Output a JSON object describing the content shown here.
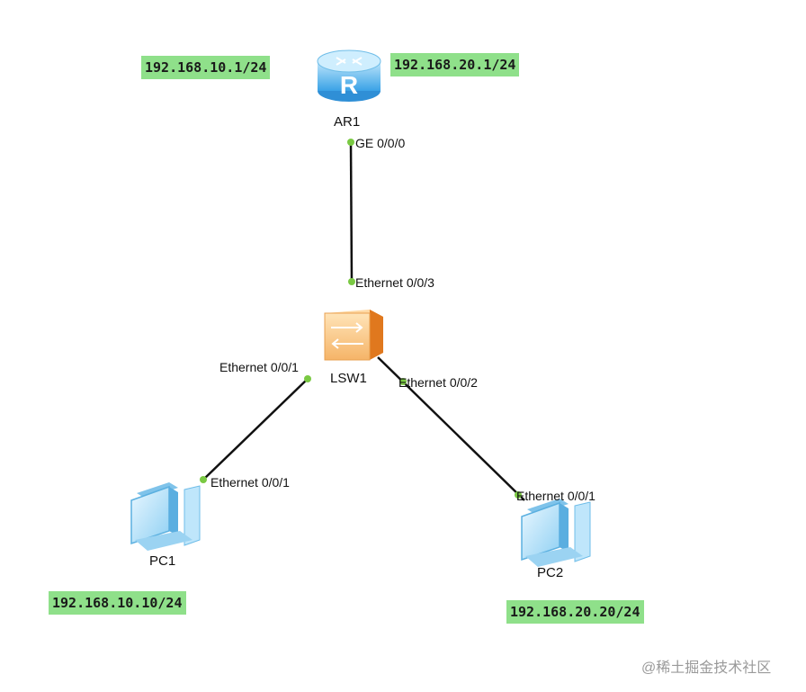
{
  "diagram": {
    "devices": {
      "router": {
        "name": "AR1",
        "icon": "router-icon",
        "icon_letter": "R"
      },
      "switch": {
        "name": "LSW1",
        "icon": "switch-icon"
      },
      "pc1": {
        "name": "PC1",
        "icon": "pc-icon"
      },
      "pc2": {
        "name": "PC2",
        "icon": "pc-icon"
      }
    },
    "ip_labels": {
      "router_left": "192.168.10.1/24",
      "router_right": "192.168.20.1/24",
      "pc1": "192.168.10.10/24",
      "pc2": "192.168.20.20/24"
    },
    "ports": {
      "router_ge": "GE 0/0/0",
      "switch_e3": "Ethernet 0/0/3",
      "switch_e1": "Ethernet 0/0/1",
      "switch_e2": "Ethernet 0/0/2",
      "pc1_e1": "Ethernet 0/0/1",
      "pc2_e1": "Ethernet 0/0/1"
    },
    "links": [
      {
        "from": "AR1",
        "from_port": "GE 0/0/0",
        "to": "LSW1",
        "to_port": "Ethernet 0/0/3"
      },
      {
        "from": "LSW1",
        "from_port": "Ethernet 0/0/1",
        "to": "PC1",
        "to_port": "Ethernet 0/0/1"
      },
      {
        "from": "LSW1",
        "from_port": "Ethernet 0/0/2",
        "to": "PC2",
        "to_port": "Ethernet 0/0/1"
      }
    ],
    "colors": {
      "ip_label_bg": "#8fe08a",
      "port_dot": "#7ac943",
      "link": "#111111"
    }
  },
  "watermark": "@稀土掘金技术社区"
}
